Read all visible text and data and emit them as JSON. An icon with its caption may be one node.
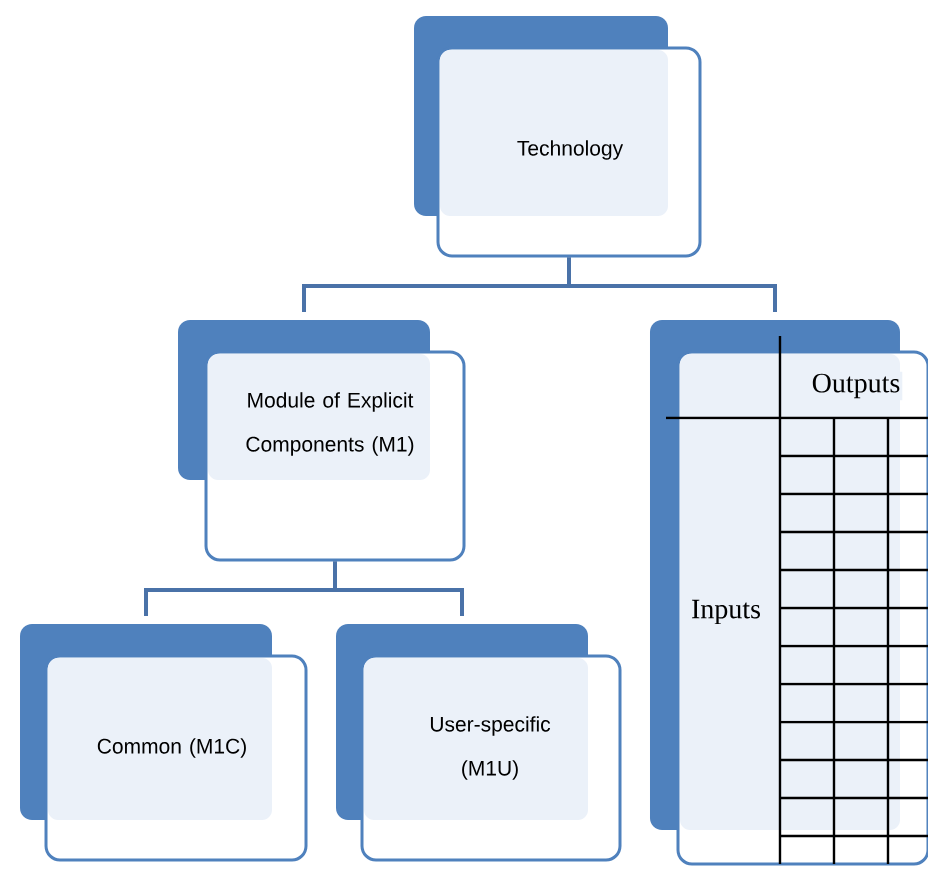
{
  "diagram": {
    "nodes": [
      {
        "text": [
          "Technology"
        ]
      },
      {
        "text": [
          "Module of Explicit Components (M1)"
        ]
      },
      {
        "text": [
          "Outputs",
          "Inputs"
        ]
      },
      {
        "text": [
          "Common (M1C)"
        ]
      },
      {
        "text": [
          "User-specific (M1U)"
        ]
      }
    ],
    "edges": [
      {
        "from": 0,
        "to": 1,
        "arrow": "none"
      },
      {
        "from": 0,
        "to": 2,
        "arrow": "none"
      },
      {
        "from": 1,
        "to": 3,
        "arrow": "none"
      },
      {
        "from": 1,
        "to": 4,
        "arrow": "none"
      }
    ]
  }
}
